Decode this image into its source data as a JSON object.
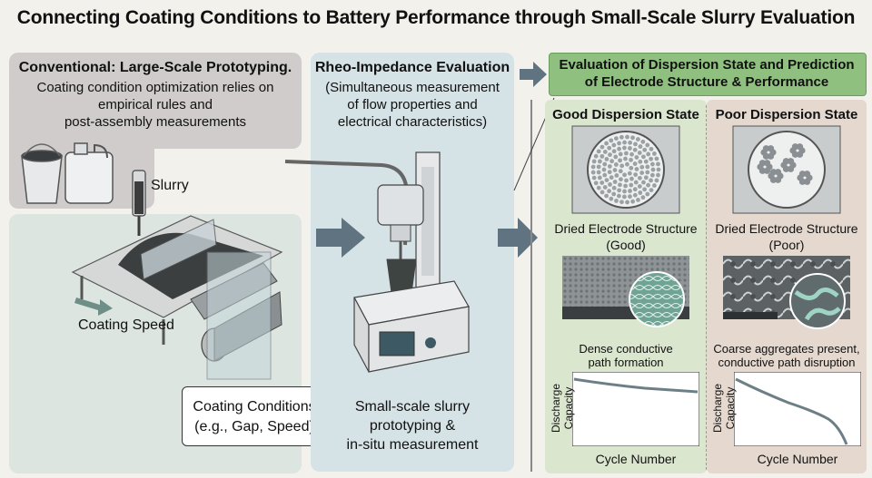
{
  "title": "Connecting Coating Conditions to Battery Performance through Small-Scale Slurry Evaluation",
  "conventional": {
    "heading": "Conventional: Large-Scale Prototyping.",
    "desc_lines": [
      "Coating condition optimization relies on",
      "empirical rules and",
      "post-assembly measurements"
    ],
    "slurry_label": "Slurry",
    "speed_label": "Coating Speed",
    "conditions_lines": [
      "Coating Conditions",
      "(e.g., Gap, Speed)"
    ]
  },
  "rheo": {
    "heading": "Rheo-Impedance Evaluation",
    "desc_lines": [
      "(Simultaneous measurement",
      "of flow properties and",
      "electrical characteristics)"
    ],
    "bottom_lines": [
      "Small-scale slurry",
      "prototyping &",
      "in-situ measurement"
    ]
  },
  "evaluation": {
    "heading_lines": [
      "Evaluation of Dispersion State and Prediction",
      "of Electrode Structure & Performance"
    ],
    "good": {
      "title": "Good Dispersion State",
      "structure_lines": [
        "Dried Electrode Structure",
        "(Good)"
      ],
      "path_lines": [
        "Dense conductive",
        "path formation"
      ],
      "ylabel_lines": [
        "Discharge",
        "Capacity"
      ],
      "xlabel": "Cycle Number"
    },
    "poor": {
      "title": "Poor Dispersion State",
      "structure_lines": [
        "Dried Electrode Structure",
        "(Poor)"
      ],
      "path_lines": [
        "Coarse aggregates present,",
        "conductive path disruption"
      ],
      "ylabel_lines": [
        "Discharge",
        "Capacity"
      ],
      "xlabel": "Cycle Number"
    }
  },
  "colors": {
    "conventional_bg": "#cfcccb",
    "rheo_bg": "#d5e2e6",
    "good_bg": "#dbe6cf",
    "poor_bg": "#e4d8cf",
    "eval_header": "#8fc07f",
    "arrow": "#5f7380"
  }
}
